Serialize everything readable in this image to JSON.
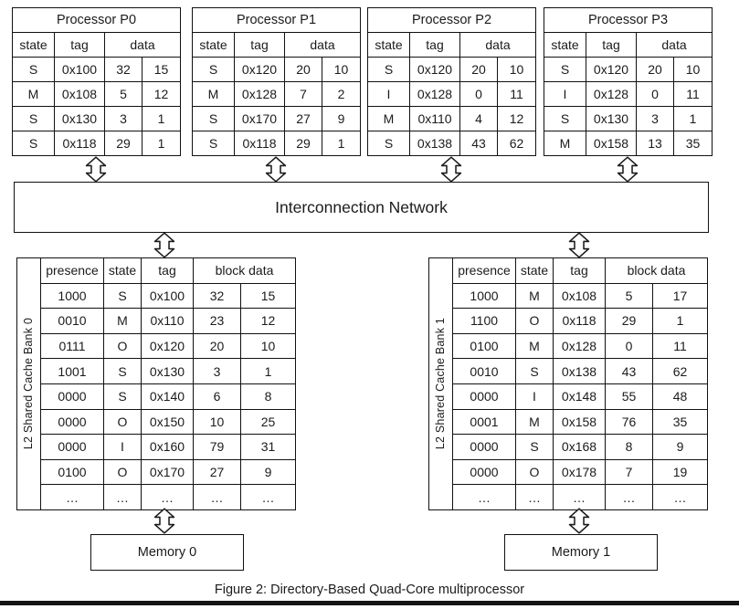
{
  "figure": {
    "caption": "Figure 2: Directory-Based Quad-Core multiprocessor"
  },
  "interconnect": {
    "label": "Interconnection Network"
  },
  "processors": [
    {
      "title": "Processor P0",
      "columns": [
        "state",
        "tag",
        "data"
      ],
      "rows": [
        [
          "S",
          "0x100",
          "32",
          "15"
        ],
        [
          "M",
          "0x108",
          "5",
          "12"
        ],
        [
          "S",
          "0x130",
          "3",
          "1"
        ],
        [
          "S",
          "0x118",
          "29",
          "1"
        ]
      ]
    },
    {
      "title": "Processor P1",
      "columns": [
        "state",
        "tag",
        "data"
      ],
      "rows": [
        [
          "S",
          "0x120",
          "20",
          "10"
        ],
        [
          "M",
          "0x128",
          "7",
          "2"
        ],
        [
          "S",
          "0x170",
          "27",
          "9"
        ],
        [
          "S",
          "0x118",
          "29",
          "1"
        ]
      ]
    },
    {
      "title": "Processor P2",
      "columns": [
        "state",
        "tag",
        "data"
      ],
      "rows": [
        [
          "S",
          "0x120",
          "20",
          "10"
        ],
        [
          "I",
          "0x128",
          "0",
          "11"
        ],
        [
          "M",
          "0x110",
          "4",
          "12"
        ],
        [
          "S",
          "0x138",
          "43",
          "62"
        ]
      ]
    },
    {
      "title": "Processor P3",
      "columns": [
        "state",
        "tag",
        "data"
      ],
      "rows": [
        [
          "S",
          "0x120",
          "20",
          "10"
        ],
        [
          "I",
          "0x128",
          "0",
          "11"
        ],
        [
          "S",
          "0x130",
          "3",
          "1"
        ],
        [
          "M",
          "0x158",
          "13",
          "35"
        ]
      ]
    }
  ],
  "l2_banks": [
    {
      "side_label": "L2 Shared Cache Bank 0",
      "columns": [
        "presence",
        "state",
        "tag",
        "block data"
      ],
      "rows": [
        [
          "1000",
          "S",
          "0x100",
          "32",
          "15"
        ],
        [
          "0010",
          "M",
          "0x110",
          "23",
          "12"
        ],
        [
          "0111",
          "O",
          "0x120",
          "20",
          "10"
        ],
        [
          "1001",
          "S",
          "0x130",
          "3",
          "1"
        ],
        [
          "0000",
          "S",
          "0x140",
          "6",
          "8"
        ],
        [
          "0000",
          "O",
          "0x150",
          "10",
          "25"
        ],
        [
          "0000",
          "I",
          "0x160",
          "79",
          "31"
        ],
        [
          "0100",
          "O",
          "0x170",
          "27",
          "9"
        ],
        [
          "…",
          "…",
          "…",
          "…",
          "…"
        ]
      ]
    },
    {
      "side_label": "L2 Shared Cache Bank 1",
      "columns": [
        "presence",
        "state",
        "tag",
        "block data"
      ],
      "rows": [
        [
          "1000",
          "M",
          "0x108",
          "5",
          "17"
        ],
        [
          "1100",
          "O",
          "0x118",
          "29",
          "1"
        ],
        [
          "0100",
          "M",
          "0x128",
          "0",
          "11"
        ],
        [
          "0010",
          "S",
          "0x138",
          "43",
          "62"
        ],
        [
          "0000",
          "I",
          "0x148",
          "55",
          "48"
        ],
        [
          "0001",
          "M",
          "0x158",
          "76",
          "35"
        ],
        [
          "0000",
          "S",
          "0x168",
          "8",
          "9"
        ],
        [
          "0000",
          "O",
          "0x178",
          "7",
          "19"
        ],
        [
          "…",
          "…",
          "…",
          "…",
          "…"
        ]
      ]
    }
  ],
  "memories": [
    {
      "label": "Memory 0"
    },
    {
      "label": "Memory 1"
    }
  ],
  "icons": {
    "arrow": "double-headed-vertical-arrow"
  },
  "colors": {
    "background": "#ffffff",
    "border": "#111111",
    "text": "#1b1b1b",
    "bottom_bar": "#141414"
  }
}
